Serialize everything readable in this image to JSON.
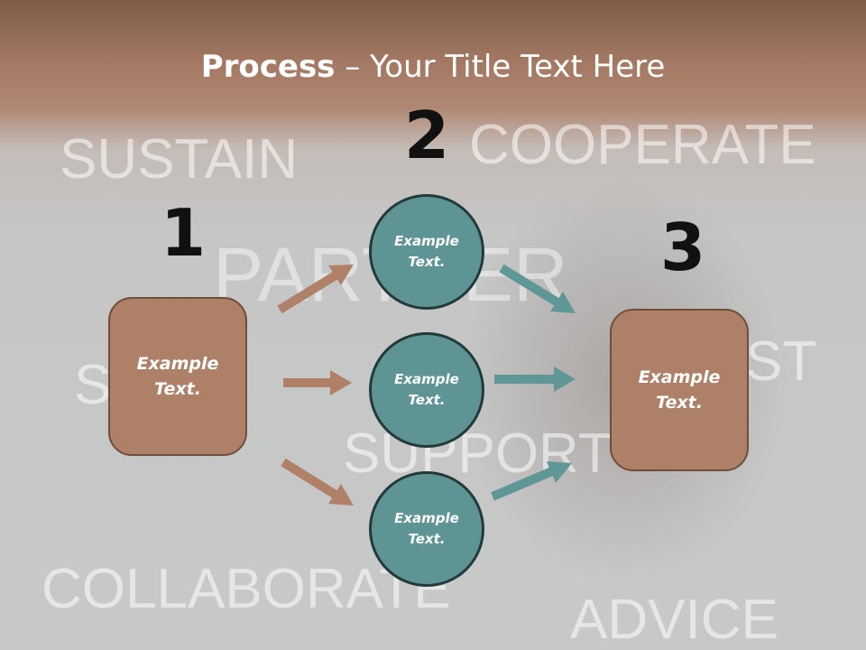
{
  "title": {
    "bold": "Process",
    "rest": " – Your Title Text Here"
  },
  "background_words": [
    "SUSTAIN",
    "COOPERATE",
    "PARTNER",
    "ST",
    "SE",
    "SUPPORT",
    "COLLABORATE",
    "ADVICE"
  ],
  "steps": [
    "1",
    "2",
    "3"
  ],
  "nodes": {
    "left_box": "Example Text.",
    "circle_top": "Example Text.",
    "circle_mid": "Example Text.",
    "circle_bottom": "Example Text.",
    "right_box": "Example Text."
  },
  "colors": {
    "box_fill": "#ae8068",
    "circle_fill": "#5e9494",
    "arrow_brown": "#b08068",
    "arrow_teal": "#5f9696"
  }
}
